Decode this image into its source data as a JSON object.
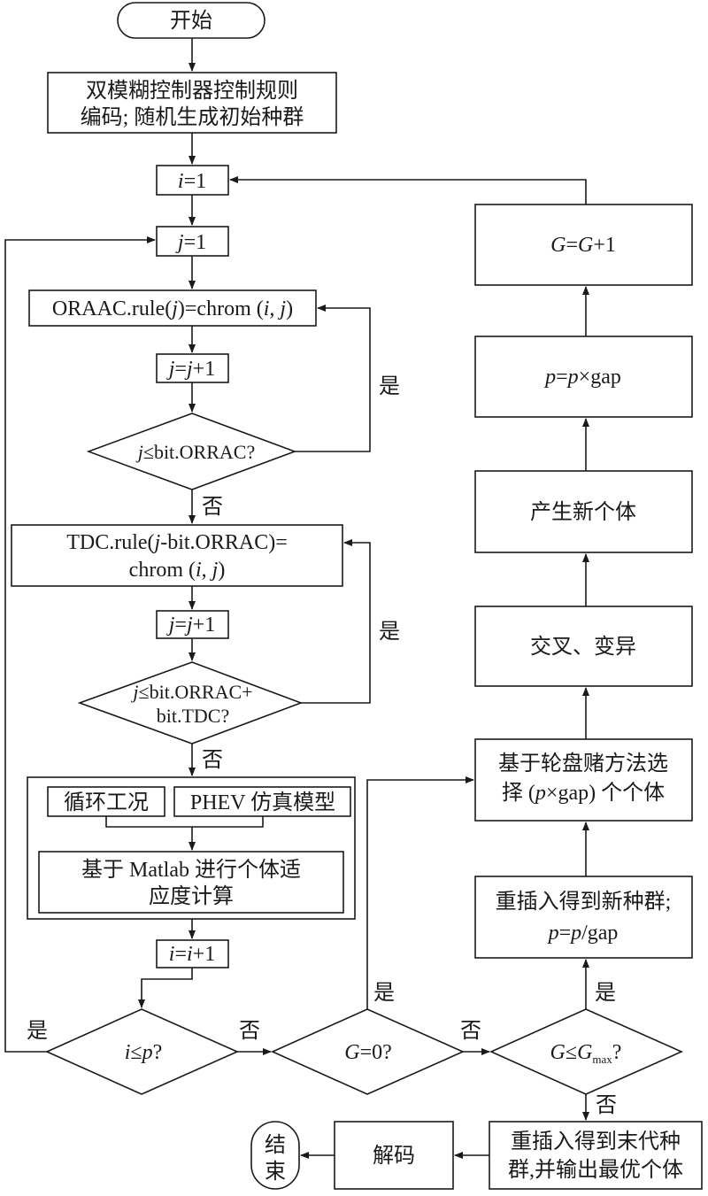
{
  "start": "开始",
  "encode": {
    "line1": "双模糊控制器控制规则",
    "line2": "编码; 随机生成初始种群"
  },
  "i_init": {
    "var": "i",
    "rest": "=1"
  },
  "j_init": {
    "var": "j",
    "rest": "=1"
  },
  "oraac_rule": {
    "pre": "ORAAC.rule(",
    "j": "j",
    "mid": ")=chrom (",
    "i": "i",
    "comma": ", ",
    "j2": "j",
    "end": ")"
  },
  "inc_j": {
    "v1": "j",
    "eq": "=",
    "v2": "j",
    "rest": "+1"
  },
  "cond1": {
    "v": "j",
    "rest": "≤bit.ORRAC?"
  },
  "tdc_rule": {
    "line1_pre": "TDC.rule(",
    "line1_j": "j",
    "line1_post": "-bit.ORRAC)=",
    "line2_pre": "chrom (",
    "line2_i": "i",
    "line2_comma": ", ",
    "line2_j": "j",
    "line2_end": ")"
  },
  "cond2": {
    "v": "j",
    "line1": "≤bit.ORRAC+",
    "line2": "bit.TDC?"
  },
  "sim": {
    "cycle": "循环工况",
    "model": "PHEV 仿真模型",
    "fitness_line1": "基于 Matlab 进行个体适",
    "fitness_line2": "应度计算"
  },
  "inc_i": {
    "v1": "i",
    "eq": "=",
    "v2": "i",
    "rest": "+1"
  },
  "cond_i": {
    "v1": "i",
    "op": "≤",
    "v2": "p",
    "q": "?"
  },
  "cond_g0": {
    "v": "G",
    "rest": "=0?"
  },
  "cond_gmax": {
    "v": "G",
    "op": "≤",
    "v2": "G",
    "sub": "max",
    "q": "?"
  },
  "select": {
    "line1": "基于轮盘赌方法选",
    "line2_pre": "择 (",
    "line2_p": "p",
    "line2_post": "×gap) 个个体"
  },
  "reinsert": {
    "line1": "重插入得到新种群;",
    "p1": "p",
    "eq": "=",
    "p2": "p",
    "rest": "/gap"
  },
  "crossover": "交叉、变异",
  "new_ind": "产生新个体",
  "p_update": {
    "p1": "p",
    "eq": "=",
    "p2": "p",
    "rest": "×gap"
  },
  "g_update": {
    "g1": "G",
    "eq": "=",
    "g2": "G",
    "rest": "+1"
  },
  "final_reinsert": {
    "line1": "重插入得到末代种",
    "line2": "群,并输出最优个体"
  },
  "decode": "解码",
  "end": {
    "line1": "结",
    "line2": "束"
  },
  "labels": {
    "yes": "是",
    "no": "否"
  }
}
